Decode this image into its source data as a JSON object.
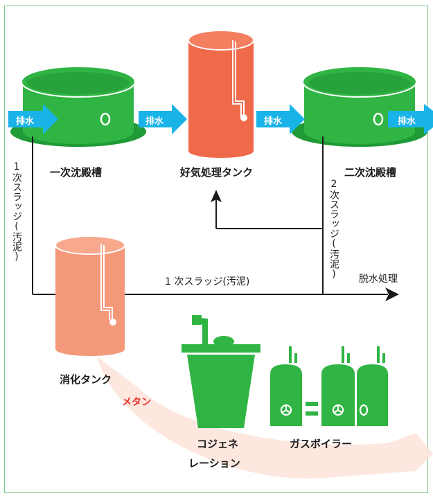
{
  "labels": {
    "primary_tank": "一次沈殿槽",
    "aerobic_tank": "好気処理タンク",
    "secondary_tank": "二次沈殿槽",
    "digestion_tank": "消化タンク",
    "cogeneration_line1": "コジェネ",
    "cogeneration_line2": "レーション",
    "gas_boiler": "ガスボイラー",
    "methane": "メタン",
    "dewatering": "脱水処理"
  },
  "flows": {
    "drain": "排水",
    "primary_sludge_h": "1 次スラッジ(汚泥)",
    "primary_sludge_v": "1次スラッジ(汚泥)",
    "secondary_sludge_v": "2次スラッジ(汚泥)"
  },
  "colors": {
    "tank_green": "#30b443",
    "aerobic_red": "#ef6a4b",
    "digestion_salmon": "#f4987a",
    "arrow_cyan": "#19b3e8",
    "methane_red": "#e8322b",
    "frame_green": "#7cc687"
  }
}
